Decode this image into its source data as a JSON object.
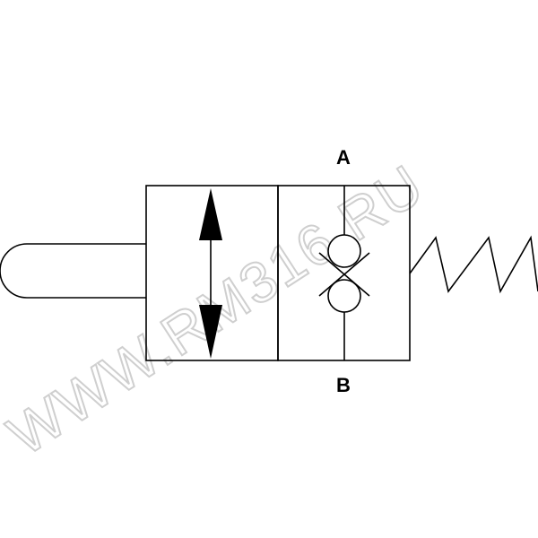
{
  "ports": {
    "top": "A",
    "bottom": "B"
  },
  "watermark": {
    "text": "WWW.RM316.RU",
    "color": "#cfcfcf"
  },
  "colors": {
    "line": "#000000",
    "background": "#ffffff"
  },
  "icons": {
    "actuator": "push-button-actuator-icon",
    "flow_path": "bidirectional-arrow-icon",
    "check_valves": "double-check-valve-icon",
    "spring": "spring-return-icon"
  }
}
